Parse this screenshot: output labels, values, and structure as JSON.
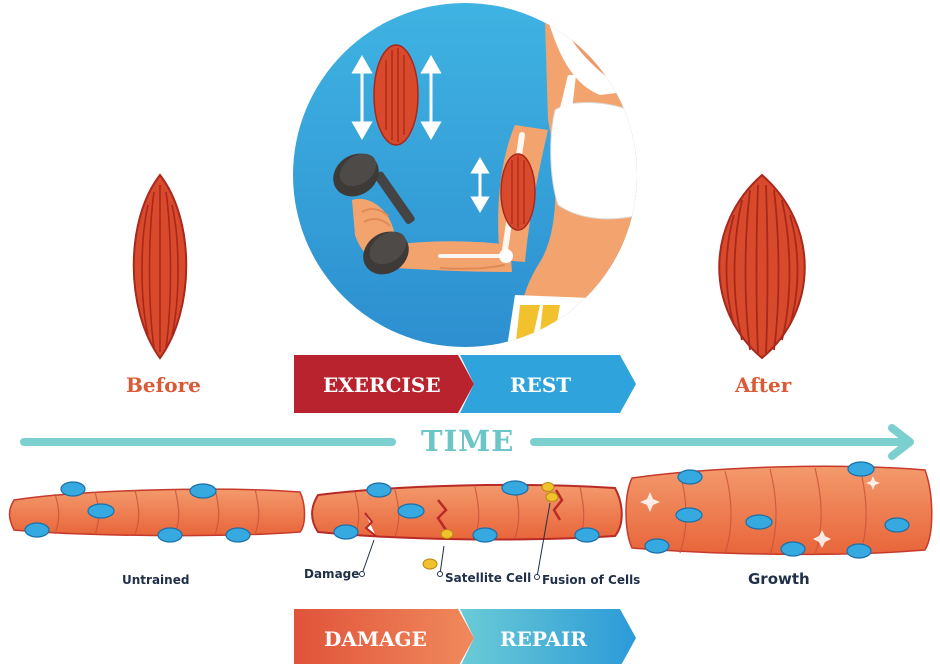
{
  "labels": {
    "before": "Before",
    "after": "After",
    "time": "TIME",
    "exercise": "EXERCISE",
    "rest": "REST",
    "damage_big": "DAMAGE",
    "repair": "REPAIR",
    "untrained": "Untrained",
    "damage_small": "Damage",
    "satellite_cell": "Satellite Cell",
    "fusion_of_cells": "Fusion of Cells",
    "growth": "Growth"
  },
  "colors": {
    "muscle_red": "#d94a2c",
    "muscle_stripe": "#a8281b",
    "fiber_orange": "#ef7a4c",
    "fiber_outline": "#b82a26",
    "nucleus_blue": "#35a9e0",
    "satellite_yellow": "#f2c12e",
    "exercise_red": "#b9232e",
    "rest_blue": "#2ea3dc",
    "time_teal": "#6cc6c8",
    "label_orange": "#d95a35",
    "navy": "#1f3048"
  }
}
